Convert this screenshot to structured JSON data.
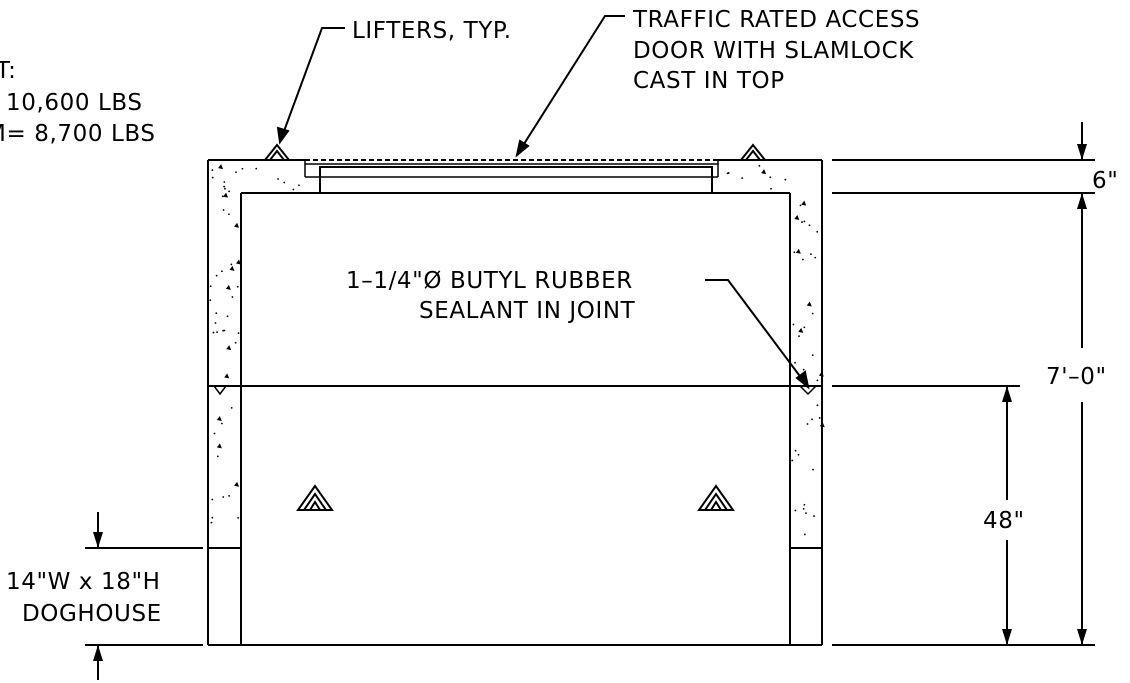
{
  "labels": {
    "weight_title_partial": "T:",
    "weight_total": "10,600  LBS",
    "weight_bottom": "M=  8,700  LBS",
    "lifters": "LIFTERS,  TYP.",
    "door_line1": "TRAFFIC  RATED  ACCESS",
    "door_line2": "DOOR  WITH  SLAMLOCK",
    "door_line3": "CAST  IN  TOP",
    "sealant_line1": "1–1/4\"Ø  BUTYL  RUBBER",
    "sealant_line2": "SEALANT  IN  JOINT",
    "doghouse_line1": "14\"W  x  18\"H",
    "doghouse_line2": "DOGHOUSE"
  },
  "dimensions": {
    "top_thickness": "6\"",
    "overall_height": "7'–0\"",
    "bottom_section_height": "48\""
  },
  "colors": {
    "line": "#000000",
    "background": "#ffffff"
  }
}
